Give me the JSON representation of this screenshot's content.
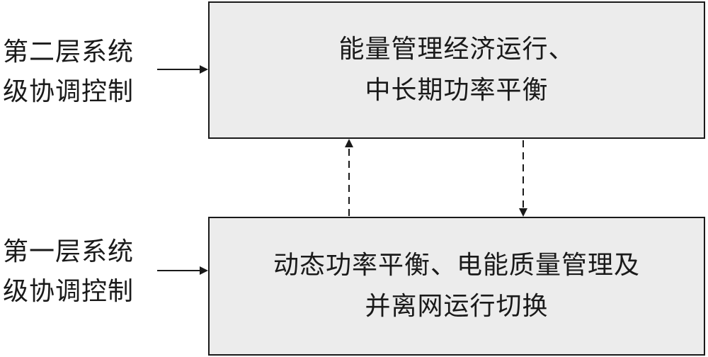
{
  "upper_level": {
    "label_lines": [
      "第二层系统",
      "级协调控制"
    ],
    "box_lines": [
      "能量管理经济运行、",
      "中长期功率平衡"
    ]
  },
  "lower_level": {
    "label_lines": [
      "第一层系统",
      "级协调控制"
    ],
    "box_lines": [
      "动态功率平衡、电能质量管理及",
      "并离网运行切换"
    ]
  }
}
